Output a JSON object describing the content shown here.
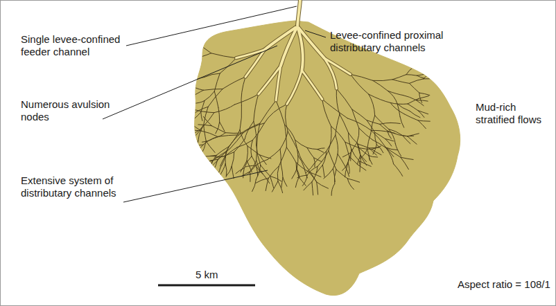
{
  "diagram": {
    "labels": [
      "Single levee-confined feeder channel",
      "Levee-confined proximal distributary channels",
      "Numerous avulsion nodes",
      "Extensive system of distributary channels",
      "Mud-rich stratified flows",
      "5 km",
      "Aspect ratio = 108/1"
    ]
  }
}
